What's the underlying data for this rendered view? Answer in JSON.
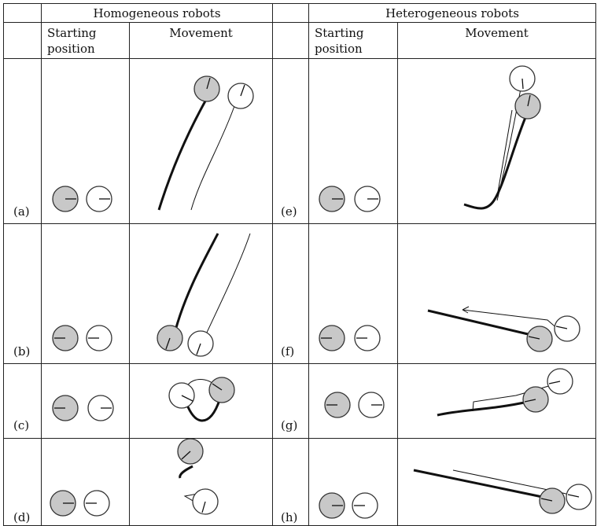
{
  "table": {
    "group_headers": [
      "Homogeneous robots",
      "Heterogeneous robots"
    ],
    "subheaders": {
      "start_line1": "Starting",
      "start_line2": "position",
      "movement": "Movement"
    },
    "row_labels": [
      "(a)",
      "(b)",
      "(c)",
      "(d)",
      "(e)",
      "(f)",
      "(g)",
      "(h)"
    ]
  },
  "colors": {
    "robot_leader": "#c8c8c8",
    "robot_follower": "#ffffff",
    "trail": "#111111",
    "rule": "#222222"
  }
}
